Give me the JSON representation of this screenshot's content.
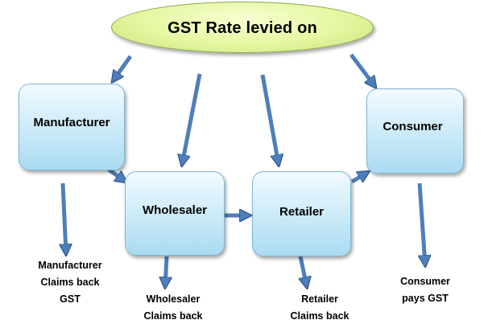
{
  "title": "GST Rate levied on",
  "nodes": {
    "manufacturer": "Manufacturer",
    "wholesaler": "Wholesaler",
    "retailer": "Retailer",
    "consumer": "Consumer"
  },
  "captions": {
    "manufacturer": [
      "Manufacturer",
      "Claims back",
      "GST"
    ],
    "wholesaler": [
      "Wholesaler",
      "Claims back"
    ],
    "retailer": [
      "Retailer",
      "Claims back"
    ],
    "consumer": [
      "Consumer",
      "pays GST"
    ]
  },
  "colors": {
    "ellipse_fill": "#e4f7a0",
    "box_fill": "#aadbf1",
    "arrow": "#4f7fba",
    "arrow_outline": "#2f5a8e"
  }
}
